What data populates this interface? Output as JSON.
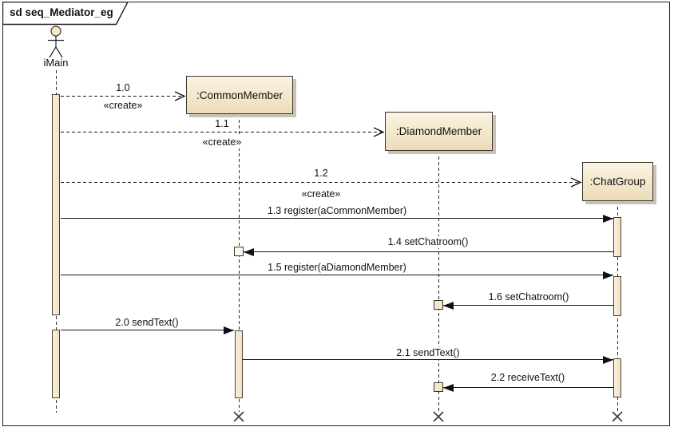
{
  "frame": {
    "title": "sd seq_Mediator_eg"
  },
  "actor": {
    "name": "iMain"
  },
  "objects": [
    {
      "name": ":CommonMember"
    },
    {
      "name": ":DiamondMember"
    },
    {
      "name": ":ChatGroup"
    }
  ],
  "messages": [
    {
      "num": "1.0",
      "stereotype": "«create»",
      "kind": "create",
      "from": "iMain",
      "to": ":CommonMember"
    },
    {
      "num": "1.1",
      "stereotype": "«create»",
      "kind": "create",
      "from": "iMain",
      "to": ":DiamondMember"
    },
    {
      "num": "1.2",
      "stereotype": "«create»",
      "kind": "create",
      "from": "iMain",
      "to": ":ChatGroup"
    },
    {
      "label": "1.3 register(aCommonMember)",
      "kind": "call",
      "from": "iMain",
      "to": ":ChatGroup"
    },
    {
      "label": "1.4 setChatroom()",
      "kind": "call",
      "from": ":ChatGroup",
      "to": ":CommonMember"
    },
    {
      "label": "1.5 register(aDiamondMember)",
      "kind": "call",
      "from": "iMain",
      "to": ":ChatGroup"
    },
    {
      "label": "1.6 setChatroom()",
      "kind": "call",
      "from": ":ChatGroup",
      "to": ":DiamondMember"
    },
    {
      "label": "2.0 sendText()",
      "kind": "call",
      "from": "iMain",
      "to": ":CommonMember"
    },
    {
      "label": "2.1 sendText()",
      "kind": "call",
      "from": ":CommonMember",
      "to": ":ChatGroup"
    },
    {
      "label": "2.2 receiveText()",
      "kind": "call",
      "from": ":ChatGroup",
      "to": ":DiamondMember"
    }
  ],
  "colors": {
    "shape_fill_top": "#fbf4e3",
    "shape_fill_bottom": "#ecdbb8",
    "shape_border": "#3c352a",
    "line": "#161616",
    "shadow": "#c7c3ba",
    "background": "#ffffff"
  }
}
